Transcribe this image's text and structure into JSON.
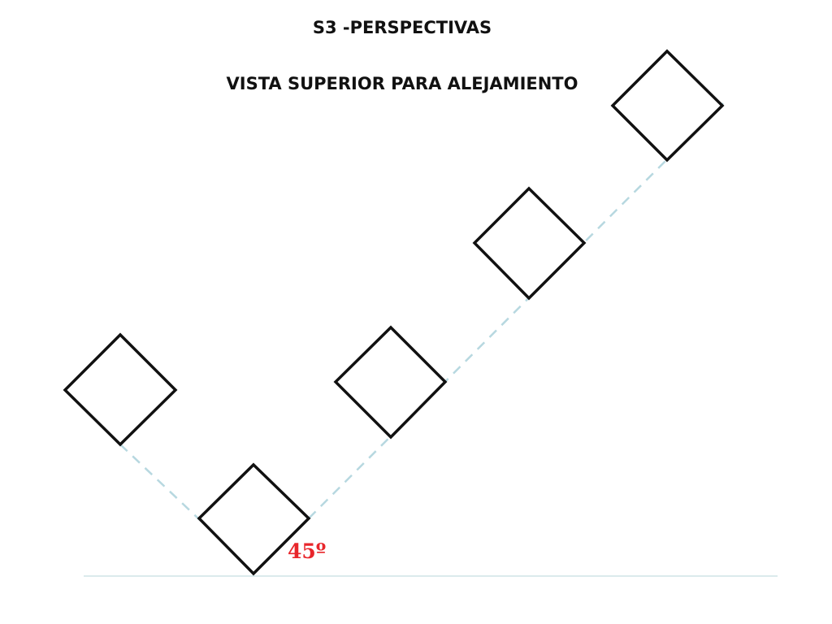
{
  "slide": {
    "title": "S3 -PERSPECTIVAS",
    "subtitle": "VISTA SUPERIOR PARA ALEJAMIENTO",
    "angle_label": "45º"
  },
  "colors": {
    "text": "#111111",
    "square_stroke": "#111111",
    "guide_line": "#b7d8e0",
    "baseline": "#cfe3e6",
    "angle_label": "#e8262b"
  },
  "shapes": {
    "squares": [
      {
        "id": "square-1"
      },
      {
        "id": "square-2"
      },
      {
        "id": "square-3"
      },
      {
        "id": "square-4"
      },
      {
        "id": "square-5"
      }
    ],
    "guides": [
      {
        "id": "guide-line-left"
      },
      {
        "id": "guide-line-right"
      }
    ]
  }
}
